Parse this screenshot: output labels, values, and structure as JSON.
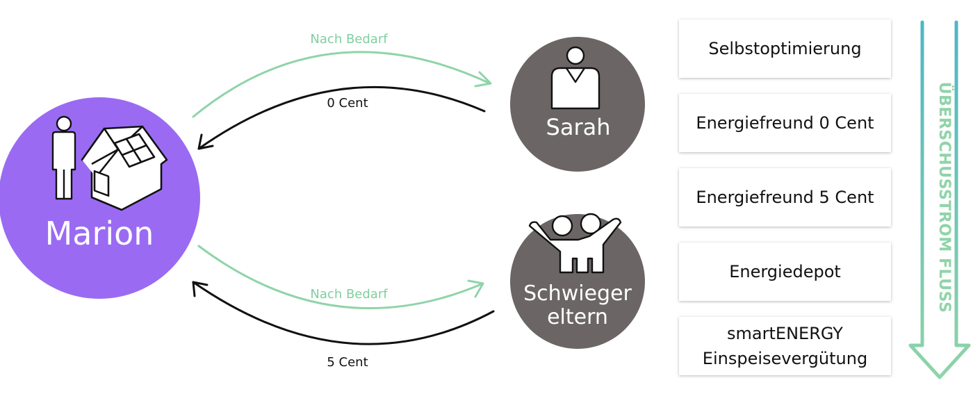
{
  "nodes": {
    "marion": {
      "label": "Marion"
    },
    "sarah": {
      "label": "Sarah"
    },
    "schwiegereltern": {
      "label_line1": "Schwieger",
      "label_line2": "eltern"
    }
  },
  "flows": {
    "to_sarah": "Nach Bedarf",
    "from_sarah": "0 Cent",
    "to_schwiegereltern": "Nach Bedarf",
    "from_schwiegereltern": "5 Cent"
  },
  "steps": [
    "Selbstoptimierung",
    "Energiefreund 0 Cent",
    "Energiefreund 5 Cent",
    "Energiedepot",
    "smartENERGY\nEinspeisevergütung"
  ],
  "flow_arrow": {
    "label": "ÜBERSCHUSSTROM FLUSS"
  },
  "colors": {
    "marion": "#9a6bf2",
    "friend_node": "#6b6665",
    "green": "#8fd4a8",
    "green_text": "#7fcf9e",
    "black": "#111111",
    "teal": "#4fb6c5"
  }
}
